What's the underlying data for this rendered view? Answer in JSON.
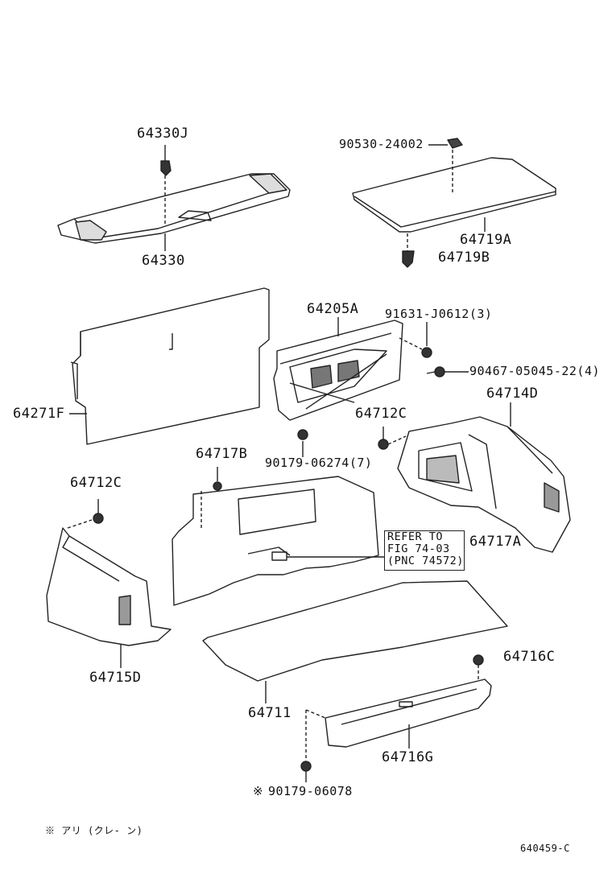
{
  "labels": {
    "p64330J": "64330J",
    "p64330": "64330",
    "p90530": "90530-24002",
    "p64719A": "64719A",
    "p64719B": "64719B",
    "p64205A": "64205A",
    "p91631": "91631-J0612(3)",
    "p90467": "90467-05045-22(4)",
    "p64271F": "64271F",
    "p64714D": "64714D",
    "p64712C_r": "64712C",
    "p90179_06274": "90179-06274(7)",
    "p64717B": "64717B",
    "p64712C_l": "64712C",
    "p64717A": "64717A",
    "p64715D": "64715D",
    "p64716C": "64716C",
    "p64711": "64711",
    "p64716G": "64716G",
    "p90179_06078": "90179-06078",
    "mark": "※",
    "note": "※ アリ (クレ- ン)",
    "figure_code": "640459-C"
  },
  "refer": {
    "line1": "REFER TO",
    "line2": "FIG 74-03",
    "line3": "(PNC 74572)"
  },
  "colors": {
    "ink": "#222222",
    "shade": "#555555",
    "background": "#ffffff"
  }
}
